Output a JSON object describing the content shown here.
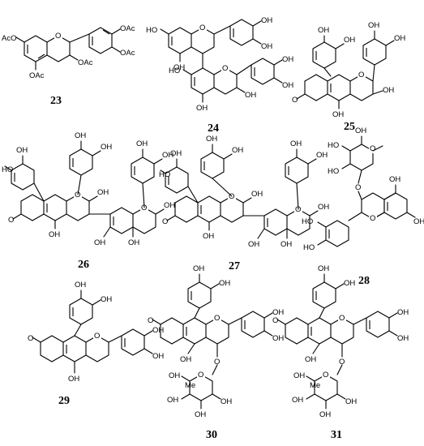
{
  "figure": {
    "compounds": [
      {
        "number": "23"
      },
      {
        "number": "24"
      },
      {
        "number": "25"
      },
      {
        "number": "26"
      },
      {
        "number": "27"
      },
      {
        "number": "28"
      },
      {
        "number": "29"
      },
      {
        "number": "30"
      },
      {
        "number": "31"
      }
    ],
    "atom_labels": {
      "acetoxy": "OAc",
      "acetoxy_left": "AcO",
      "hydroxyl": "OH",
      "hydroxyl_left": "HO",
      "ring_oxygen": "O",
      "methyl": "Me"
    }
  }
}
